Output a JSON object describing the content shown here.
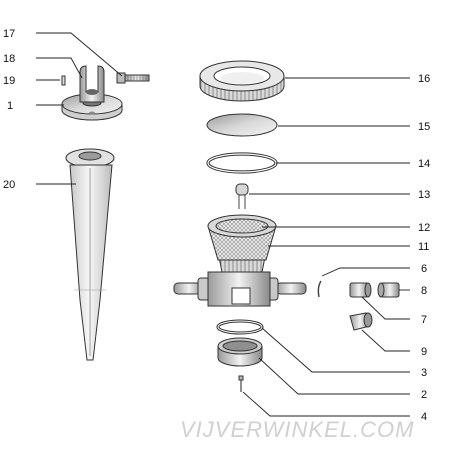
{
  "figure": {
    "watermark": "VIJVERWINKEL.COM",
    "callouts": [
      {
        "id": "c17",
        "label": "17"
      },
      {
        "id": "c18",
        "label": "18"
      },
      {
        "id": "c19",
        "label": "19"
      },
      {
        "id": "c1",
        "label": "1"
      },
      {
        "id": "c20",
        "label": "20"
      },
      {
        "id": "c16",
        "label": "16"
      },
      {
        "id": "c15",
        "label": "15"
      },
      {
        "id": "c14",
        "label": "14"
      },
      {
        "id": "c13",
        "label": "13"
      },
      {
        "id": "c12",
        "label": "12"
      },
      {
        "id": "c11",
        "label": "11"
      },
      {
        "id": "c6",
        "label": "6"
      },
      {
        "id": "c8",
        "label": "8"
      },
      {
        "id": "c7",
        "label": "7"
      },
      {
        "id": "c9",
        "label": "9"
      },
      {
        "id": "c3",
        "label": "3"
      },
      {
        "id": "c2",
        "label": "2"
      },
      {
        "id": "c4",
        "label": "4"
      }
    ]
  }
}
